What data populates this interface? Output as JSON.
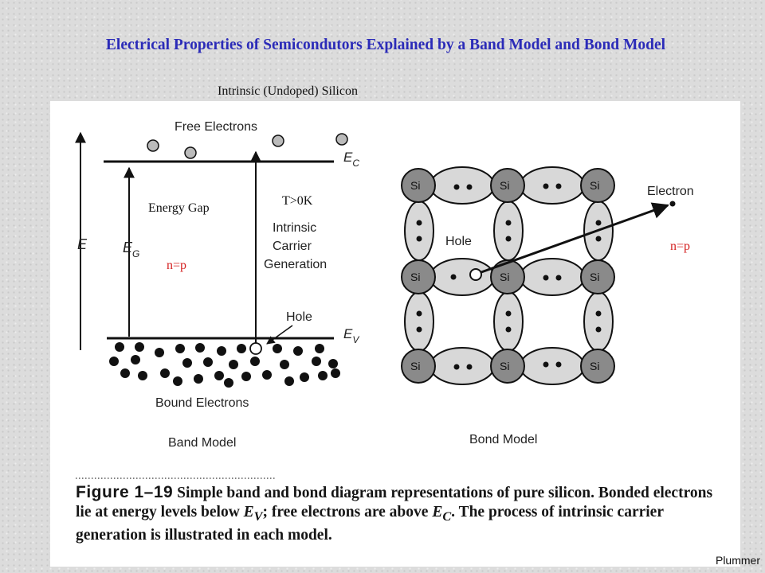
{
  "title": "Electrical Properties of Semicondutors Explained by a Band Model and Bond Model",
  "subtitle": "Intrinsic (Undoped) Silicon",
  "band_model": {
    "free_electrons": "Free Electrons",
    "ec_label": "E",
    "ec_sub": "C",
    "ev_label": "E",
    "ev_sub": "V",
    "e_axis": "E",
    "eg_label": "E",
    "eg_sub": "G",
    "energy_gap": "Energy Gap",
    "t_label": "T>0K",
    "generation_lines": [
      "Intrinsic",
      "Carrier",
      "Generation"
    ],
    "n_eq_p": "n=p",
    "hole": "Hole",
    "bound_electrons": "Bound Electrons",
    "panel_label": "Band Model"
  },
  "bond_model": {
    "si": "Si",
    "hole": "Hole",
    "electron": "Electron",
    "n_eq_p": "n=p",
    "panel_label": "Bond Model"
  },
  "caption": {
    "figure": "Figure 1–19",
    "text_1": "Simple band and bond diagram representations of pure silicon. Bonded electrons lie at energy levels below ",
    "ev": "E",
    "ev_sub": "V",
    "text_2": "; free electrons are above ",
    "ec": "E",
    "ec_sub": "C",
    "text_3": ". The process of intrinsic carrier generation is illustrated in each model."
  },
  "credit": "Plummer",
  "colors": {
    "title": "#2b2bb8",
    "annotation_red": "#d42020"
  }
}
